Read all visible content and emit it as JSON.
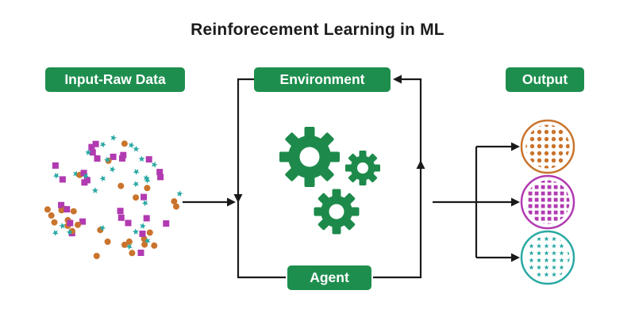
{
  "title": "Reinforecement Learning in ML",
  "nodes": {
    "input_label": "Input-Raw Data",
    "environment_label": "Environment",
    "agent_label": "Agent",
    "output_label": "Output"
  },
  "colors": {
    "node_green": "#1e8e4e",
    "gear_green": "#1d8a4b",
    "orange": "#c9742d",
    "magenta": "#b13ab1",
    "teal": "#2aa9a4",
    "arrow_black": "#1a1a1a",
    "title_text": "#1c1c1c"
  },
  "cluster": {
    "name": "raw-data-scatter",
    "shape_count": 84,
    "shapes": [
      "square",
      "circle",
      "star"
    ]
  },
  "outputs": [
    {
      "name": "dots-cluster-output",
      "pattern": "dots",
      "color": "#c9742d"
    },
    {
      "name": "squares-cluster-output",
      "pattern": "squares",
      "color": "#b13ab1"
    },
    {
      "name": "stars-cluster-output",
      "pattern": "stars",
      "color": "#2aa9a4"
    }
  ]
}
